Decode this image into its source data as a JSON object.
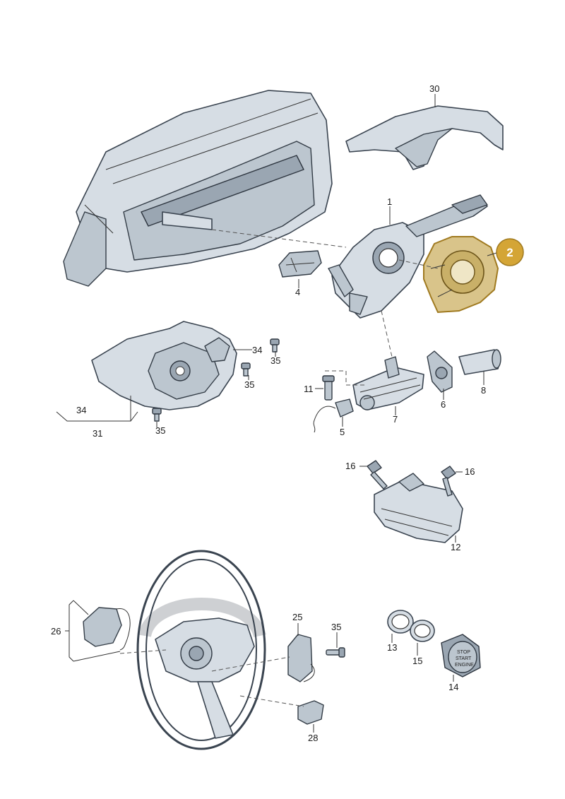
{
  "highlight": {
    "label": "2",
    "color": "#d4a536"
  },
  "labels": {
    "l30": "30",
    "l1": "1",
    "l2": "2",
    "l4": "4",
    "l34a": "34",
    "l35a": "35",
    "l35b": "35",
    "l34b": "34",
    "l31": "31",
    "l35c": "35",
    "l11": "11",
    "l5": "5",
    "l7": "7",
    "l6": "6",
    "l8": "8",
    "l16a": "16",
    "l16b": "16",
    "l12": "12",
    "l26": "26",
    "l25": "25",
    "l35d": "35",
    "l28": "28",
    "l13": "13",
    "l15": "15",
    "l14": "14"
  },
  "button_text": [
    "STOP",
    "START",
    "ENGINE"
  ]
}
